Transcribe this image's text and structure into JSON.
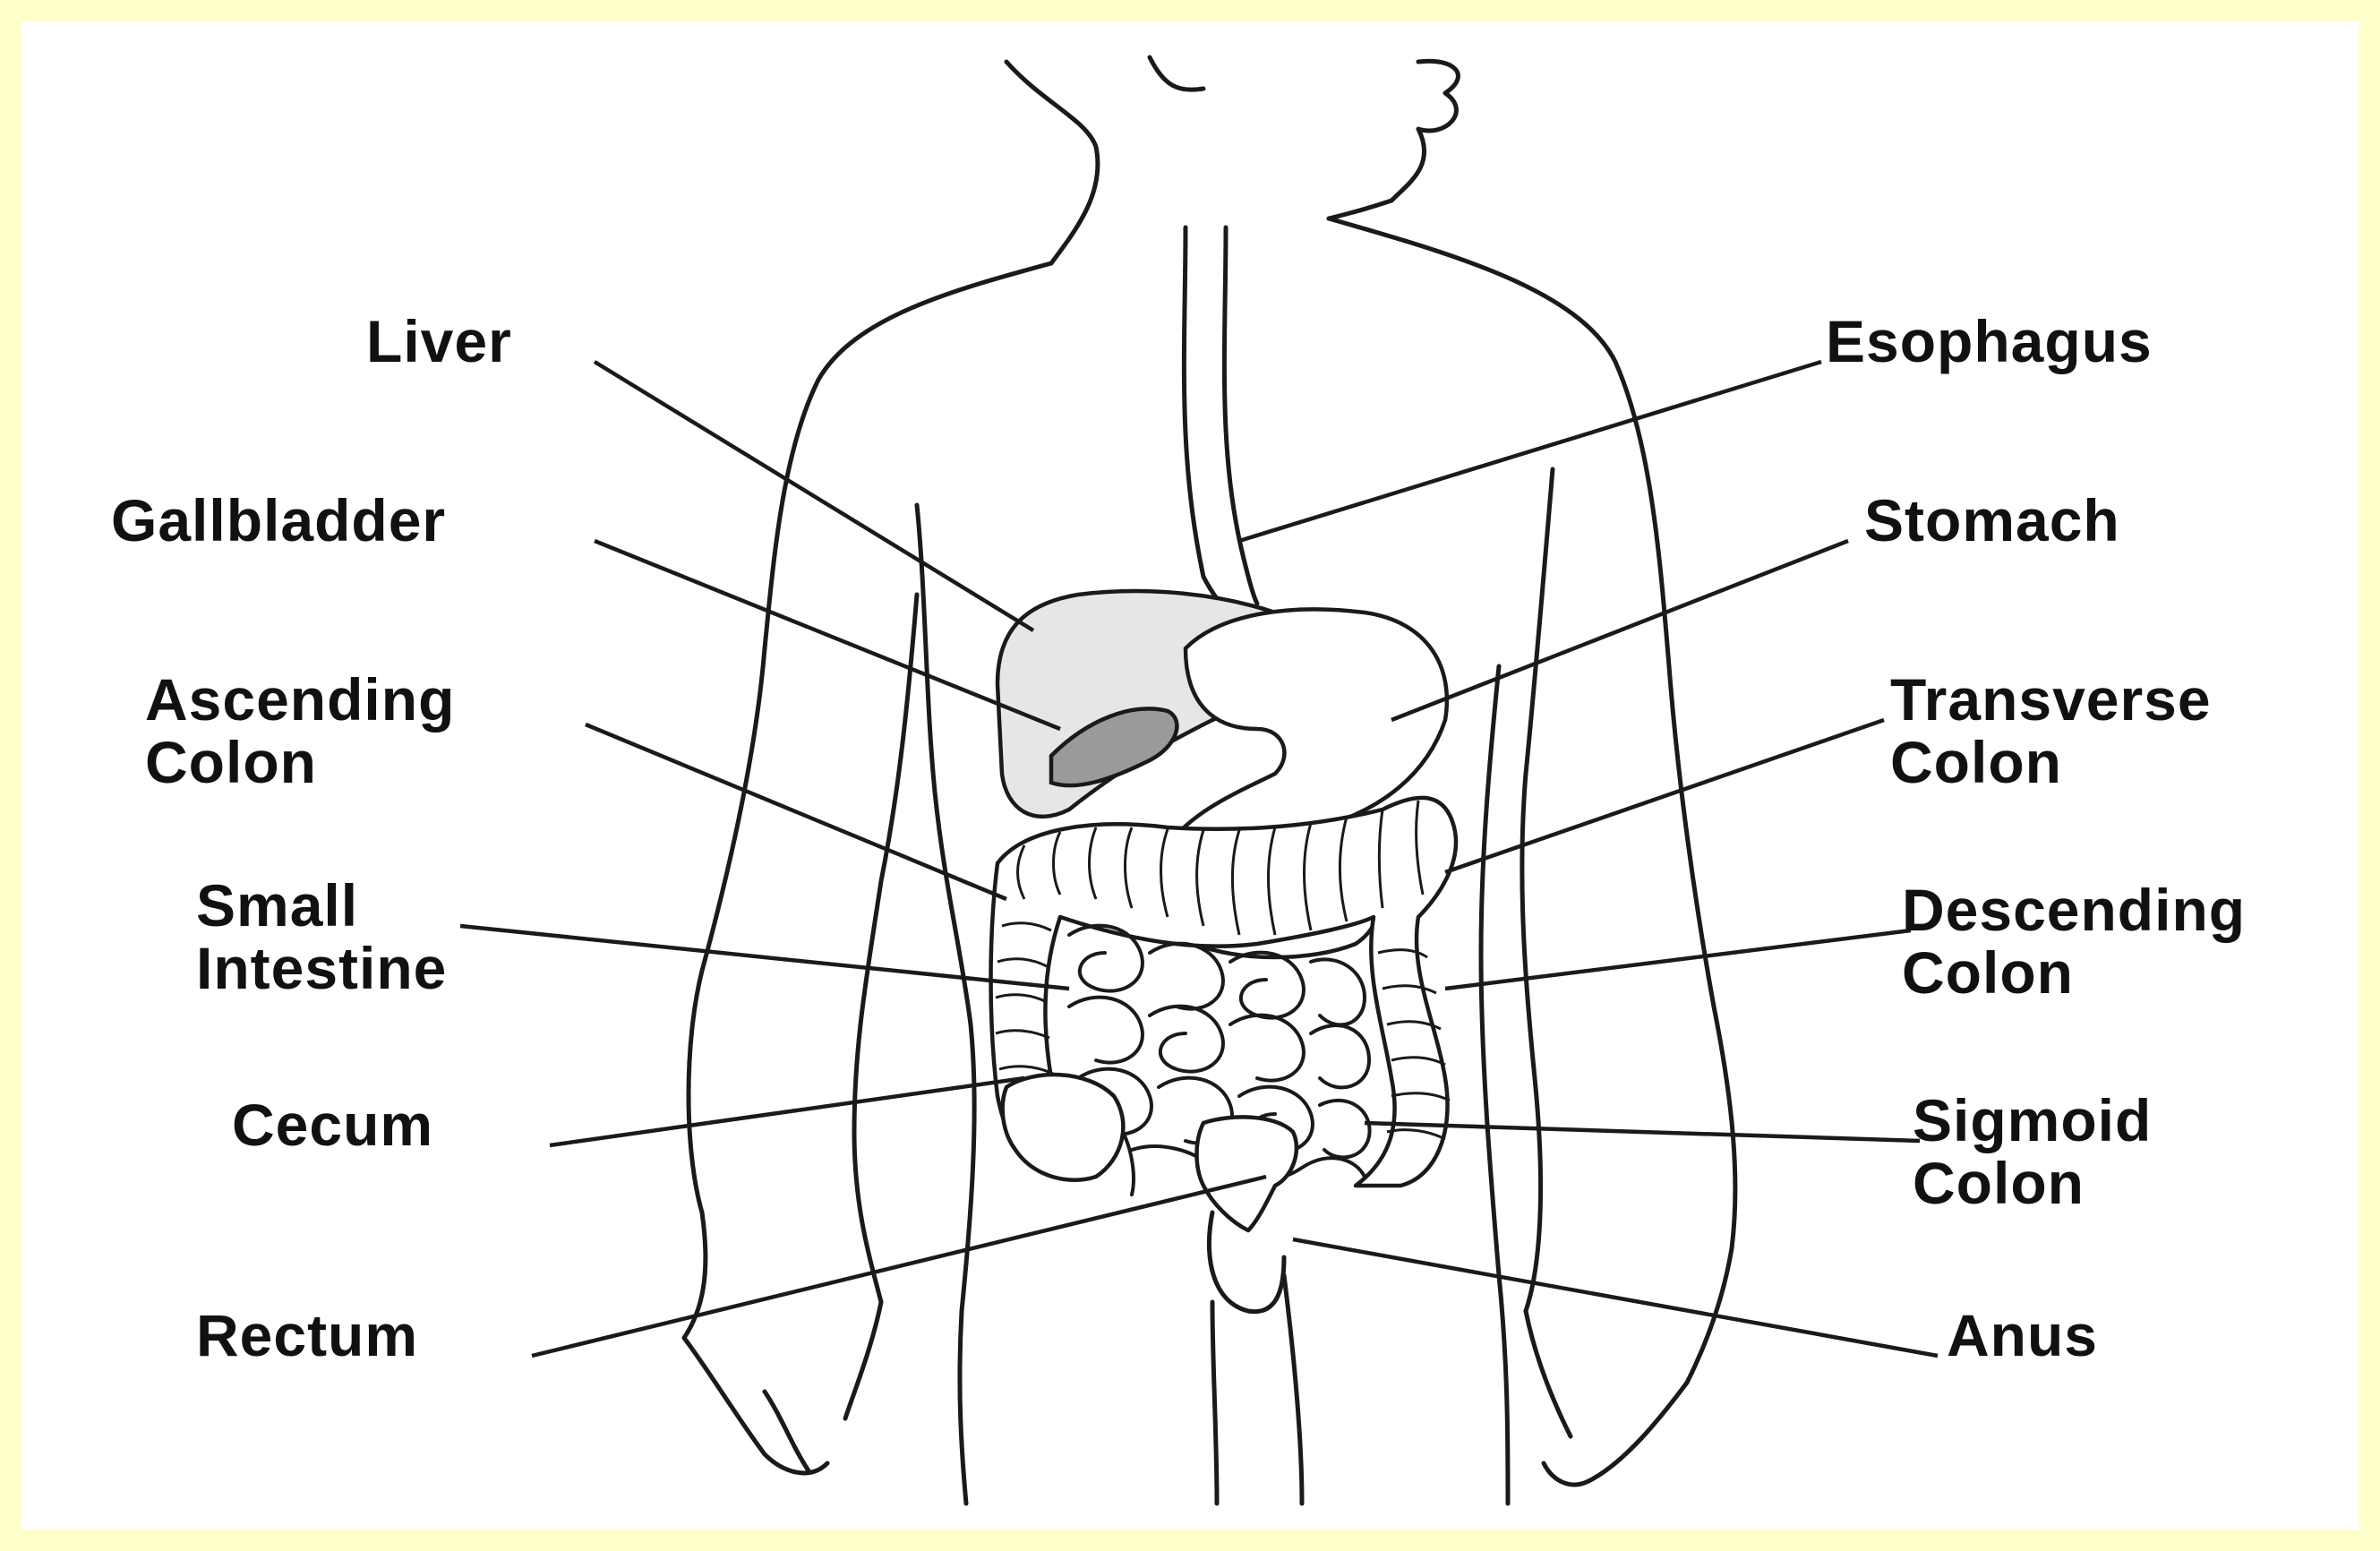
{
  "colors": {
    "background": "#ffffcc",
    "panel": "#ffffff",
    "ink": "#111111"
  },
  "labels": {
    "liver": "Liver",
    "gallbladder": "Gallbladder",
    "ascending_colon": [
      "Ascending",
      "Colon"
    ],
    "small_intestine": [
      "Small",
      "Intestine"
    ],
    "cecum": "Cecum",
    "rectum": "Rectum",
    "esophagus": "Esophagus",
    "stomach": "Stomach",
    "transverse_colon": [
      "Transverse",
      "Colon"
    ],
    "descending_colon": [
      "Descending",
      "Colon"
    ],
    "sigmoid_colon": [
      "Sigmoid",
      "Colon"
    ],
    "anus": "Anus"
  }
}
